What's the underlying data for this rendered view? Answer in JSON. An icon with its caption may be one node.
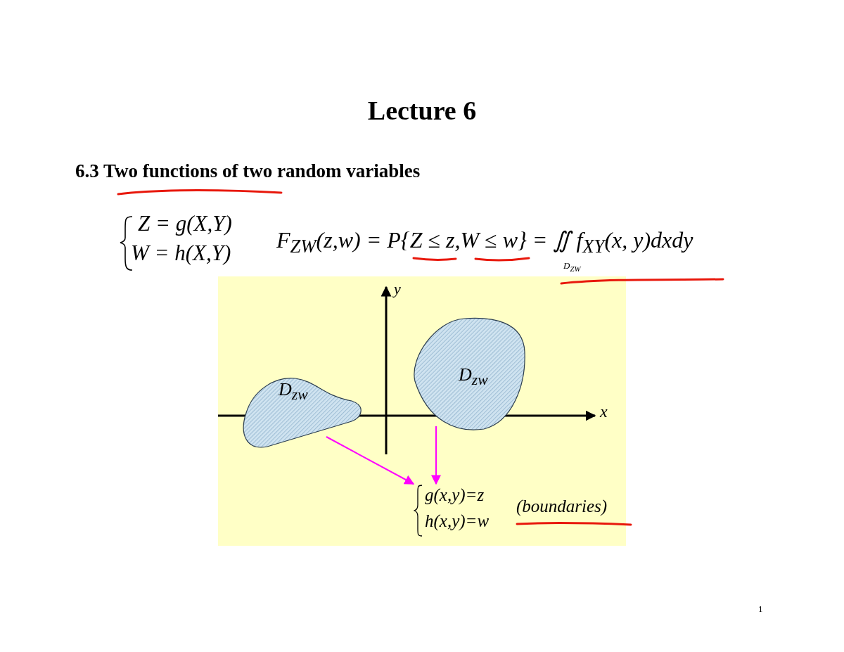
{
  "diagram": {
    "title": "Lecture 6",
    "nodes": [
      {
        "text": [
          "D$_{zw}$"
        ]
      },
      {
        "text": [
          "D$_{zw}$"
        ]
      },
      {
        "text": [
          "g(x,y)=z",
          "h(x,y)=w"
        ],
        "beside": [
          "(boundaries)"
        ]
      }
    ],
    "edges": [
      {
        "from": 0,
        "to": 2,
        "arrow": "to"
      },
      {
        "from": 1,
        "to": 2,
        "arrow": "to"
      }
    ],
    "labels": [
      "6.3 Two functions of two random variables",
      "Z = g(X,Y)",
      "W = h(X,Y)",
      "F$_{ZW}$(z,w) = P{Z ≤ z,W ≤ w} = ∬ f$_{XY}$(x, y)dxdy",
      "D$_{ZW}$",
      "y",
      "x",
      "1"
    ]
  }
}
